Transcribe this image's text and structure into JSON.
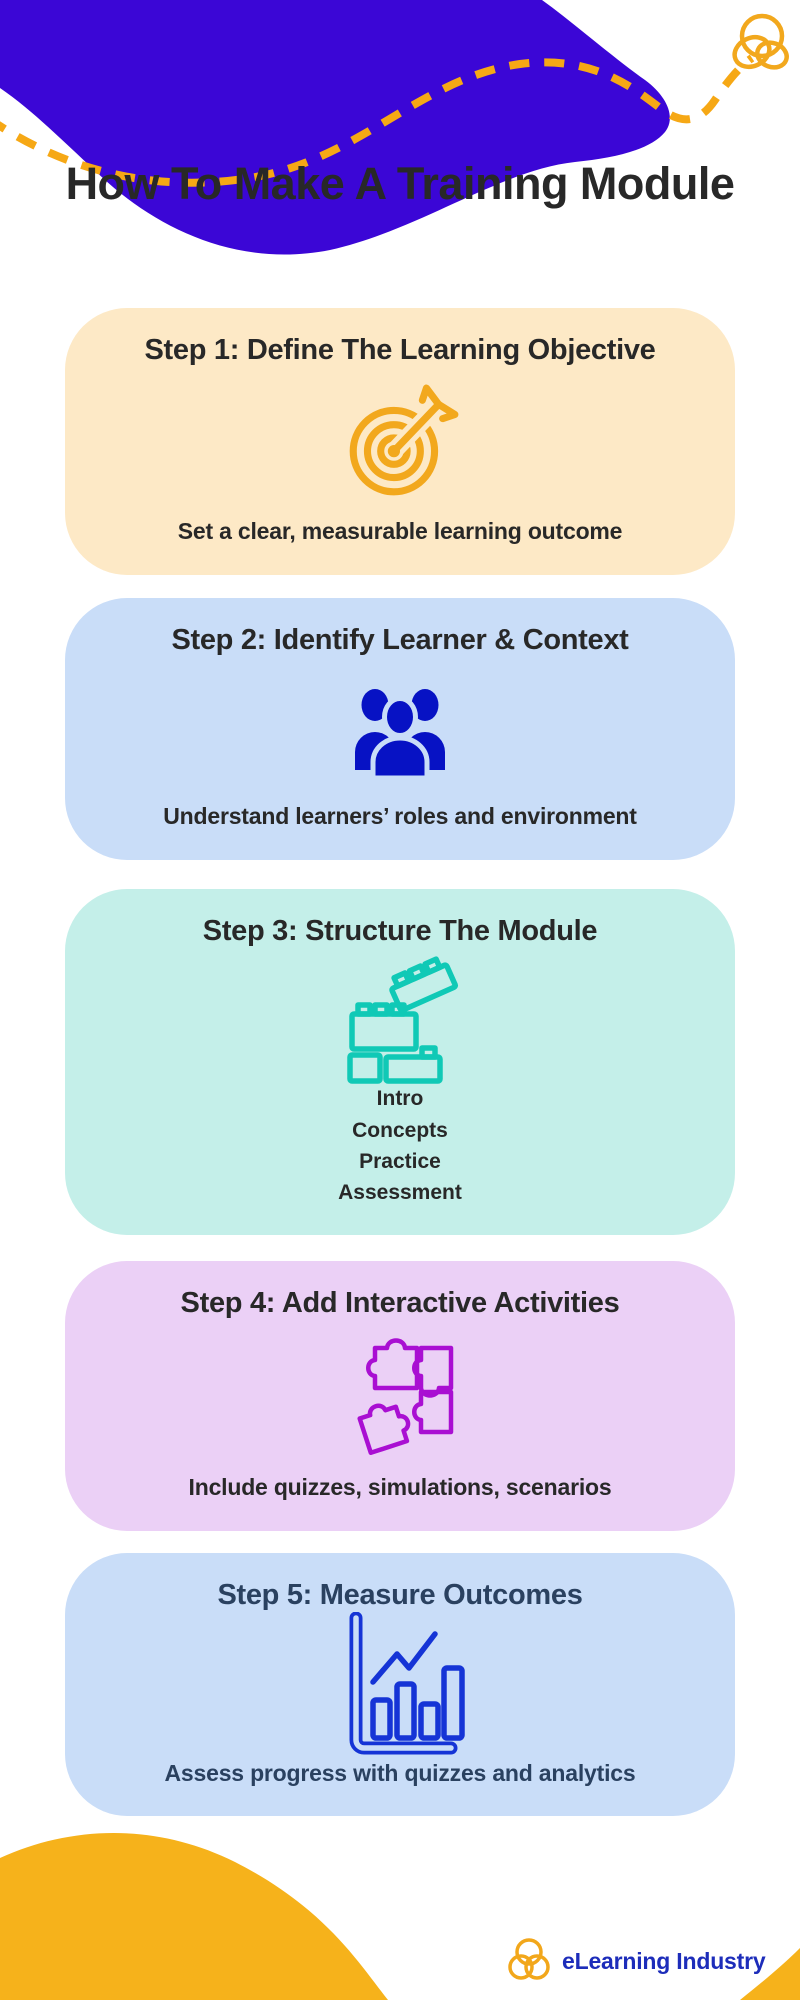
{
  "page": {
    "title": "How To Make A Training Module"
  },
  "steps": [
    {
      "title": "Step 1: Define The Learning Objective",
      "subtitle": "Set a clear, measurable learning outcome",
      "icon": "target-icon",
      "card_color": "#FDE9C6",
      "icon_color": "#F2A81D"
    },
    {
      "title": "Step 2: Identify Learner & Context",
      "subtitle": "Understand learners’ roles and environment",
      "icon": "people-icon",
      "card_color": "#C9DDF8",
      "icon_color": "#0712C4"
    },
    {
      "title": "Step 3: Structure The Module",
      "items": [
        "Intro",
        "Concepts",
        "Practice",
        "Assessment"
      ],
      "icon": "building-blocks-icon",
      "card_color": "#C4EFE9",
      "icon_color": "#10C9B6"
    },
    {
      "title": "Step 4: Add Interactive Activities",
      "subtitle": "Include quizzes, simulations, scenarios",
      "icon": "puzzle-icon",
      "card_color": "#EBD0F6",
      "icon_color": "#A90FD2"
    },
    {
      "title": "Step 5: Measure Outcomes",
      "subtitle": "Assess progress with quizzes and analytics",
      "icon": "bar-chart-icon",
      "card_color": "#C9DDF8",
      "icon_color": "#1534D6",
      "text_color": "#2A4160"
    }
  ],
  "footer": {
    "brand": "eLearning Industry",
    "brand_color": "#1D2DBA"
  },
  "decor": {
    "top_wave_color": "#3B06D6",
    "dashed_line_color": "#F6A815",
    "bottom_wave_color": "#F6B21B",
    "title_color": "#282828"
  }
}
